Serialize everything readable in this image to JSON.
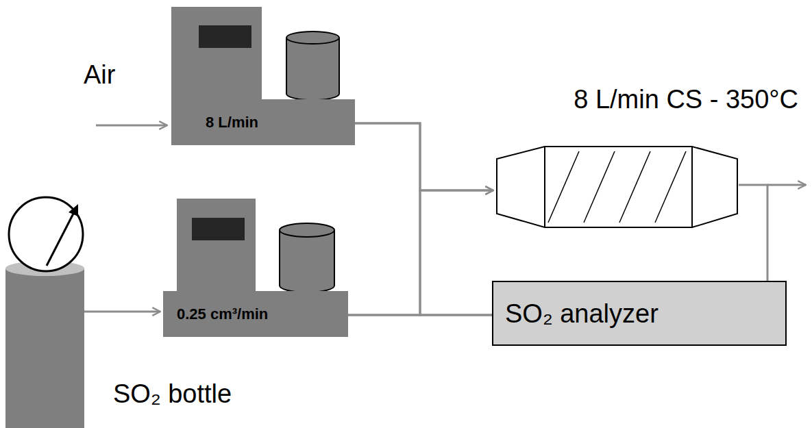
{
  "diagram": {
    "nodes": [
      {
        "text": [
          "8 L/min"
        ]
      },
      {
        "text": [
          "8 L/min CS - 350°C"
        ]
      },
      {
        "text": [
          "0.25 cm³/min"
        ]
      },
      {
        "text": [
          "SO₂ analyzer"
        ]
      },
      {
        "text": [
          "SO₂ bottle"
        ]
      }
    ],
    "edges": [
      {
        "from": 0,
        "to": 1,
        "arrow": "to"
      },
      {
        "from": 2,
        "to": 1,
        "arrow": "to"
      },
      {
        "from": 0,
        "to": 3,
        "arrow": "none"
      },
      {
        "from": 2,
        "to": 3,
        "arrow": "none"
      },
      {
        "from": 1,
        "to": 3,
        "arrow": "none"
      },
      {
        "from": 4,
        "to": 2,
        "arrow": "to"
      }
    ],
    "labels": [
      "Air"
    ]
  }
}
